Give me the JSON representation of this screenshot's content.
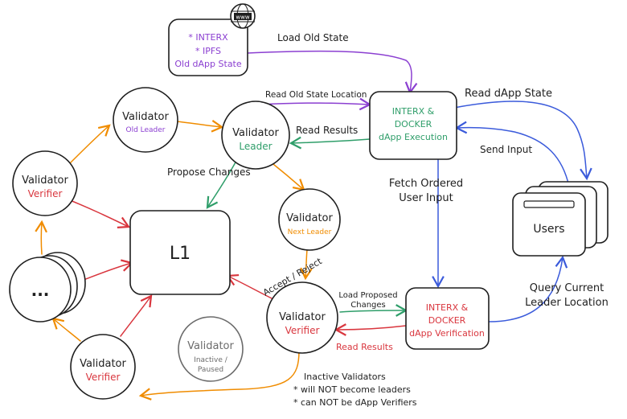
{
  "colors": {
    "purple": "#8b3fd1",
    "green": "#2f9e6a",
    "red": "#d9363e",
    "orange": "#f08c00",
    "blue": "#3b5bdb",
    "dark": "#1e1e1e",
    "grey": "#6b6b6b"
  },
  "old_state_box": {
    "line1": "* INTERX",
    "line2": "* IPFS",
    "line3": "Old dApp State",
    "badge": "www"
  },
  "execution_box": {
    "line1": "INTERX &",
    "line2": "DOCKER",
    "line3": "dApp Execution"
  },
  "verification_box": {
    "line1": "INTERX &",
    "line2": "DOCKER",
    "line3": "dApp Verification"
  },
  "l1": {
    "label": "L1"
  },
  "users": {
    "label": "Users"
  },
  "ellipsis": {
    "label": "..."
  },
  "validators": {
    "old_leader": {
      "title": "Validator",
      "role": "Old Leader"
    },
    "leader": {
      "title": "Validator",
      "role": "Leader"
    },
    "verifier_left": {
      "title": "Validator",
      "role": "Verifier"
    },
    "next_leader": {
      "title": "Validator",
      "role": "Next Leader"
    },
    "verifier_center": {
      "title": "Validator",
      "role": "Verifier"
    },
    "inactive": {
      "title": "Validator",
      "role_line1": "Inactive /",
      "role_line2": "Paused"
    },
    "verifier_bottom": {
      "title": "Validator",
      "role": "Verifier"
    }
  },
  "edge_labels": {
    "load_old_state": "Load Old State",
    "read_old_state_location": "Read Old State Location",
    "read_results_top": "Read Results",
    "read_dapp_state": "Read dApp State",
    "send_input": "Send Input",
    "propose_changes": "Propose Changes",
    "fetch_ordered_line1": "Fetch Ordered",
    "fetch_ordered_line2": "User Input",
    "accept_reject": "Accept / Reject",
    "load_proposed_line1": "Load Proposed",
    "load_proposed_line2": "Changes",
    "read_results_bottom": "Read Results",
    "query_line1": "Query Current",
    "query_line2": "Leader Location"
  },
  "note": {
    "line1": "Inactive Validators",
    "line2": "* will NOT become leaders",
    "line3": "* can NOT be dApp Verifiers"
  }
}
